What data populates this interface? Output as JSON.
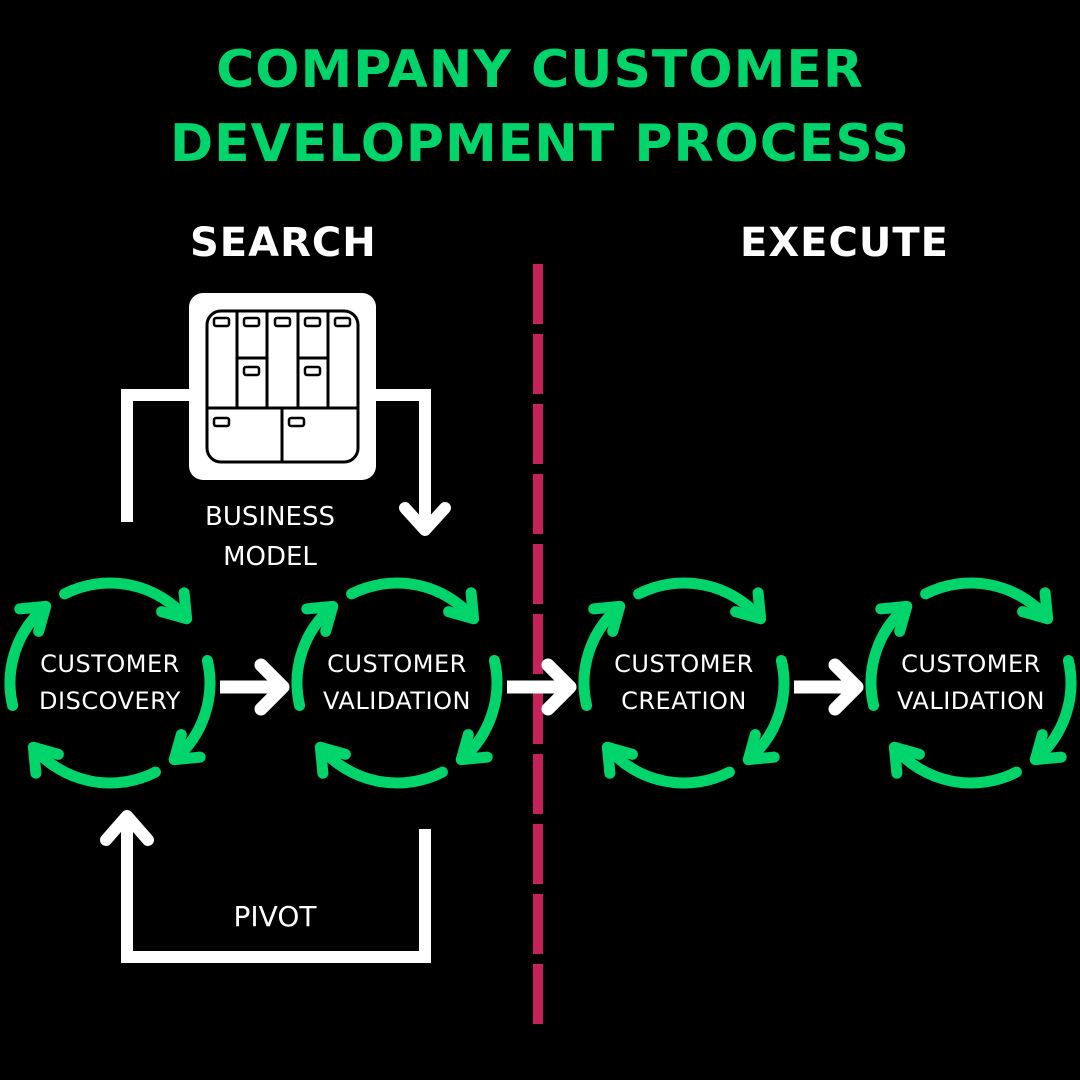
{
  "title": {
    "line1": "COMPANY CUSTOMER",
    "line2": "DEVELOPMENT PROCESS"
  },
  "sections": {
    "search": "SEARCH",
    "execute": "EXECUTE"
  },
  "business_model": {
    "line1": "BUSINESS",
    "line2": "MODEL",
    "icon": "business-model-canvas-icon"
  },
  "pivot_label": "PIVOT",
  "stages": [
    {
      "line1": "CUSTOMER",
      "line2": "DISCOVERY",
      "phase": "search"
    },
    {
      "line1": "CUSTOMER",
      "line2": "VALIDATION",
      "phase": "search"
    },
    {
      "line1": "CUSTOMER",
      "line2": "CREATION",
      "phase": "execute"
    },
    {
      "line1": "CUSTOMER",
      "line2": "VALIDATION",
      "phase": "execute"
    }
  ],
  "colors": {
    "background": "#000000",
    "accent_green": "#00d46a",
    "divider_pink": "#c8205a",
    "text_white": "#ffffff"
  }
}
